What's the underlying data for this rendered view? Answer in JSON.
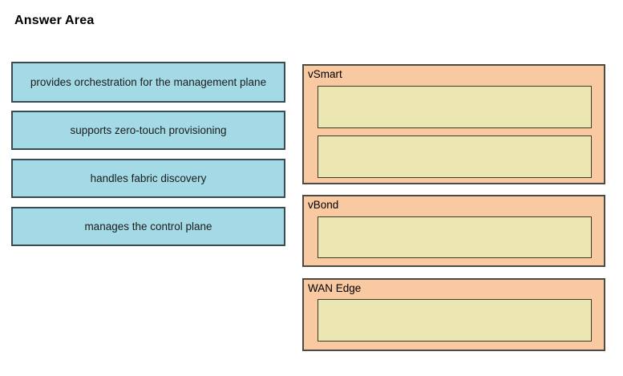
{
  "title": "Answer Area",
  "colors": {
    "background": "#ffffff",
    "drag_item_bg": "#a4dae6",
    "drag_item_border": "#3a4b54",
    "drop_group_bg": "#f9c9a1",
    "drop_group_border": "#4c4a42",
    "drop_slot_bg": "#ece6b2",
    "drop_slot_border": "#3d3b2a",
    "text": "#000000"
  },
  "drag_items": [
    {
      "label": "provides orchestration for the management plane"
    },
    {
      "label": "supports zero-touch provisioning"
    },
    {
      "label": "handles fabric discovery"
    },
    {
      "label": "manages the control plane"
    }
  ],
  "targets": [
    {
      "label": "vSmart",
      "slots": 2
    },
    {
      "label": "vBond",
      "slots": 1
    },
    {
      "label": "WAN Edge",
      "slots": 1
    }
  ]
}
